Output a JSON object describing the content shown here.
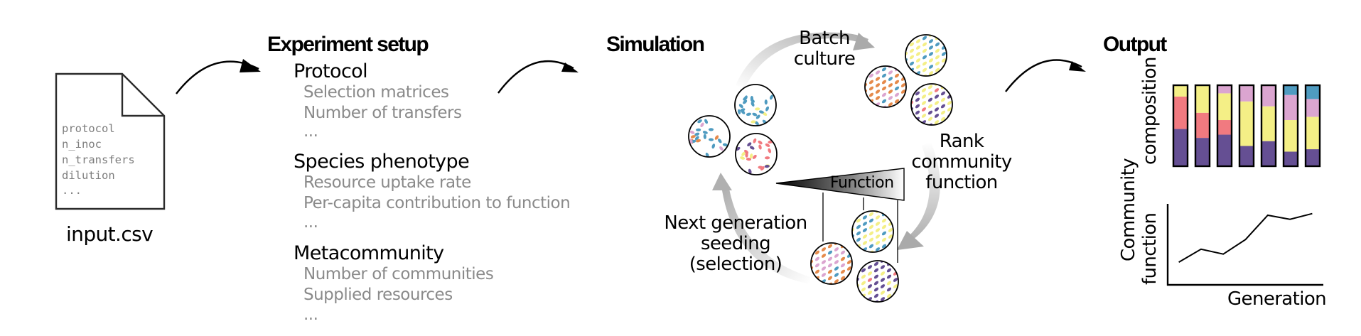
{
  "input_file": {
    "filename": "input.csv",
    "lines": [
      "protocol",
      "n_inoc",
      "n_transfers",
      "dilution",
      "..."
    ]
  },
  "experiment_setup": {
    "title": "Experiment setup",
    "sections": [
      {
        "name": "Protocol",
        "items": [
          "Selection matrices",
          "Number of transfers",
          "..."
        ]
      },
      {
        "name": "Species phenotype",
        "items": [
          "Resource uptake rate",
          "Per-capita contribution to function",
          "..."
        ]
      },
      {
        "name": "Metacommunity",
        "items": [
          "Number of communities",
          "Supplied resources",
          "..."
        ]
      }
    ]
  },
  "simulation": {
    "title": "Simulation",
    "steps": {
      "batch_culture": [
        "Batch",
        "culture"
      ],
      "rank": [
        "Rank",
        "community",
        "function"
      ],
      "seeding": [
        "Next generation",
        "seeding",
        "(selection)"
      ]
    },
    "function_wedge_label": "Function",
    "species_colors": {
      "blue": "#4f9bc0",
      "yellow": "#f4ef86",
      "orange": "#e58a4b",
      "pink": "#dba5d0",
      "red": "#f17a80",
      "purple": "#654f93"
    }
  },
  "output": {
    "title": "Output",
    "composition_label": "composition",
    "function_label": "function",
    "community_label": "Community",
    "x_label": "Generation"
  },
  "chart_data": [
    {
      "type": "bar",
      "stacked": true,
      "title": "Community composition",
      "xlabel": "",
      "ylabel": "Community composition",
      "categories": [
        "1",
        "2",
        "3",
        "4",
        "5",
        "6",
        "7"
      ],
      "series": [
        {
          "name": "purple",
          "color": "#654f93",
          "values": [
            0.46,
            0.35,
            0.39,
            0.25,
            0.31,
            0.18,
            0.21
          ]
        },
        {
          "name": "red",
          "color": "#f17a80",
          "values": [
            0.4,
            0.31,
            0.18,
            0.0,
            0.0,
            0.0,
            0.0
          ]
        },
        {
          "name": "yellow",
          "color": "#f4ef86",
          "values": [
            0.14,
            0.34,
            0.33,
            0.55,
            0.43,
            0.39,
            0.4
          ]
        },
        {
          "name": "pink",
          "color": "#dba5d0",
          "values": [
            0.0,
            0.0,
            0.11,
            0.19,
            0.26,
            0.31,
            0.22
          ]
        },
        {
          "name": "blue",
          "color": "#4f9bc0",
          "values": [
            0.0,
            0.0,
            0.0,
            0.0,
            0.0,
            0.13,
            0.17
          ]
        }
      ],
      "ylim": [
        0,
        1
      ],
      "grid": false
    },
    {
      "type": "line",
      "title": "Community function",
      "xlabel": "Generation",
      "ylabel": "Community function",
      "x": [
        1,
        2,
        3,
        4,
        5,
        6,
        7
      ],
      "series": [
        {
          "name": "function",
          "color": "#000000",
          "values": [
            0.28,
            0.44,
            0.38,
            0.56,
            0.86,
            0.81,
            0.88
          ]
        }
      ],
      "xlim": [
        0.5,
        7.5
      ],
      "ylim": [
        0,
        1
      ],
      "grid": false
    }
  ]
}
